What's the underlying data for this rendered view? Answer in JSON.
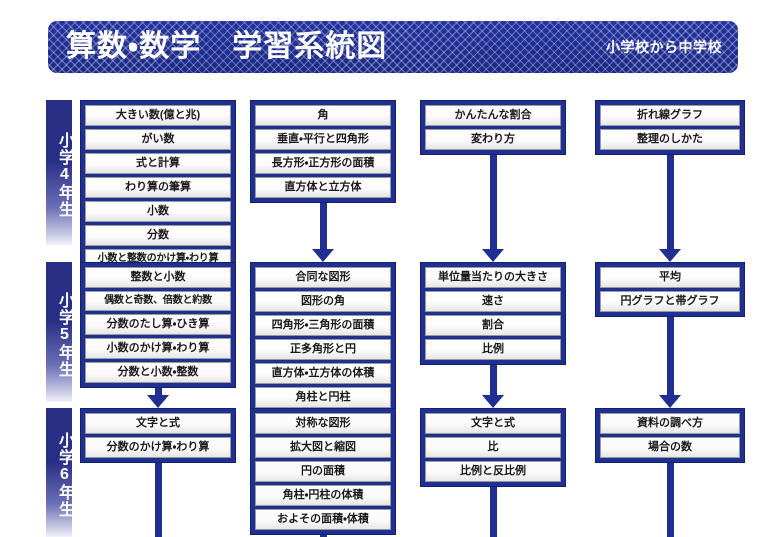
{
  "header": {
    "title": "算数・数学　学習系統図",
    "subtitle": "小学校から中学校",
    "banner_color": "#1f2f92",
    "text_color": "#ffffff"
  },
  "grades": [
    {
      "label": "小学4年生",
      "tab_id": "grade-4"
    },
    {
      "label": "小学5年生",
      "tab_id": "grade-5"
    },
    {
      "label": "小学6年生",
      "tab_id": "grade-6"
    }
  ],
  "columns": [
    {
      "name": "numbers-and-calculation",
      "grade4": [
        "大きい数(億と兆)",
        "がい数",
        "式と計算",
        "わり算の筆算",
        "小数",
        "分数",
        "小数と整数のかけ算・わり算"
      ],
      "grade5": [
        "整数と小数",
        "偶数と奇数、倍数と約数",
        "分数のたし算・ひき算",
        "小数のかけ算・わり算",
        "分数と小数・整数"
      ],
      "grade6": [
        "文字と式",
        "分数のかけ算・わり算"
      ]
    },
    {
      "name": "figures-and-measurement",
      "grade4": [
        "角",
        "垂直・平行と四角形",
        "長方形・正方形の面積",
        "直方体と立方体"
      ],
      "grade5": [
        "合同な図形",
        "図形の角",
        "四角形・三角形の面積",
        "正多角形と円",
        "直方体・立方体の体積",
        "角柱と円柱"
      ],
      "grade6": [
        "対称な図形",
        "拡大図と縮図",
        "円の面積",
        "角柱・円柱の体積",
        "およその面積・体積"
      ]
    },
    {
      "name": "quantitative-relations",
      "grade4": [
        "かんたんな割合",
        "変わり方"
      ],
      "grade5": [
        "単位量当たりの大きさ",
        "速さ",
        "割合",
        "比例"
      ],
      "grade6": [
        "文字と式",
        "比",
        "比例と反比例"
      ]
    },
    {
      "name": "data-handling",
      "grade4": [
        "折れ線グラフ",
        "整理のしかた"
      ],
      "grade5": [
        "平均",
        "円グラフと帯グラフ"
      ],
      "grade6": [
        "資料の調べ方",
        "場合の数"
      ]
    }
  ]
}
